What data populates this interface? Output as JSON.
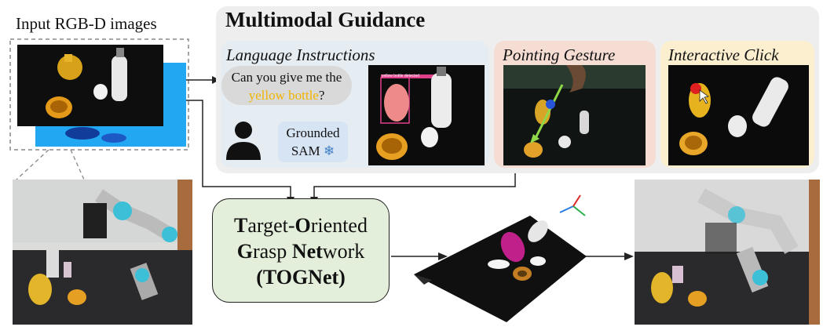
{
  "figure": {
    "input_label": "Input RGB-D images",
    "guidance_title": "Multimodal Guidance",
    "language_title": "Language Instructions",
    "pointing_title": "Pointing Gesture",
    "click_title": "Interactive Click",
    "bubble_line1": "Can you give me the",
    "bubble_highlight": "yellow bottle",
    "bubble_end": "?",
    "gsam_line1": "Grounded",
    "gsam_line2": "SAM",
    "snow_icon": "❄",
    "tog_t": "T",
    "tog_arget": "arget-",
    "tog_o": "O",
    "tog_riented": "riented",
    "tog_g": "G",
    "tog_rasp": "rasp ",
    "tog_net": "Net",
    "tog_work": "work",
    "tog_acronym": "(TOGNet)",
    "detect_label": "yellow bottle detected"
  },
  "colors": {
    "highlight": "#f0b400",
    "language_bg": "#e5edf3",
    "pointing_bg": "#f6ddd3",
    "click_bg": "#fbefcf",
    "tognet_bg": "#e4efdb",
    "panel_bg": "#eeeeee"
  },
  "icons": [
    "person-icon",
    "snowflake-icon",
    "cursor-icon",
    "axes-icon"
  ]
}
